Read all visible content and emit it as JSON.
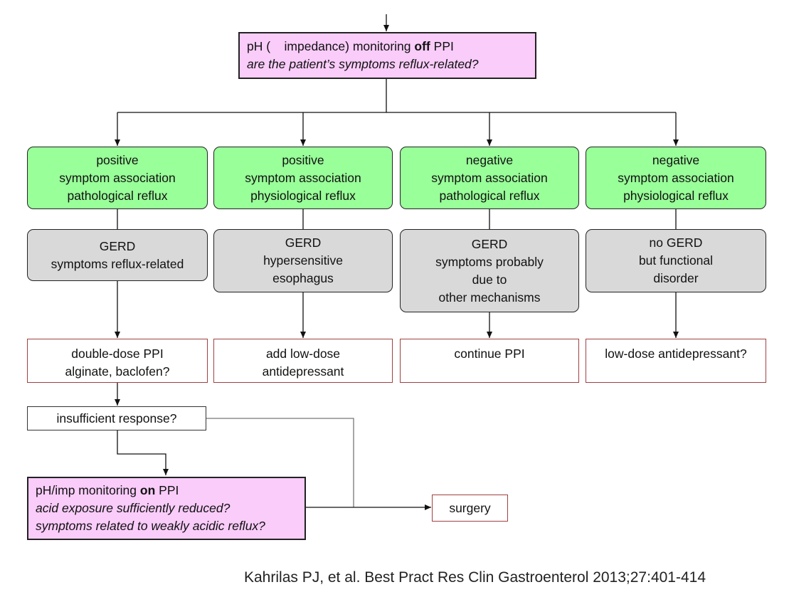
{
  "top_box": {
    "line1_pre": "pH (",
    "line1_gap": "impedance) monitoring",
    "line1_bold": "off",
    "line1_post": "PPI",
    "line2": "are the patient’s symptoms reflux-related?"
  },
  "columns": [
    {
      "finding": [
        "positive",
        "symptom association",
        "pathological reflux"
      ],
      "diagnosis": [
        "GERD",
        "symptoms reflux-related"
      ],
      "action": [
        "double-dose PPI",
        "alginate, baclofen?"
      ]
    },
    {
      "finding": [
        "positive",
        "symptom association",
        "physiological reflux"
      ],
      "diagnosis": [
        "GERD",
        "hypersensitive",
        "esophagus"
      ],
      "action": [
        "add low-dose",
        "antidepressant"
      ]
    },
    {
      "finding": [
        "negative",
        "symptom association",
        "pathological reflux"
      ],
      "diagnosis": [
        "GERD",
        "symptoms probably",
        "due to",
        "other mechanisms"
      ],
      "action": [
        "continue PPI"
      ]
    },
    {
      "finding": [
        "negative",
        "symptom association",
        "physiological reflux"
      ],
      "diagnosis": [
        "no GERD",
        "but functional",
        "disorder"
      ],
      "action": [
        "low-dose antidepressant?"
      ]
    }
  ],
  "insufficient_response": "insufficient response?",
  "bottom_box": {
    "line1_pre": "pH/imp monitoring",
    "line1_bold": "on",
    "line1_post": "PPI",
    "line2": "acid exposure sufficiently reduced?",
    "line3": "symptoms related to weakly acidic reflux?"
  },
  "surgery": "surgery",
  "citation": "Kahrilas PJ, et al. Best Pract Res Clin Gastroenterol 2013;27:401-414",
  "colors": {
    "magenta_fill": "#f9ccf9",
    "green_fill": "#99ff99",
    "grey_fill": "#d9d9d9",
    "action_border": "#a04040"
  }
}
